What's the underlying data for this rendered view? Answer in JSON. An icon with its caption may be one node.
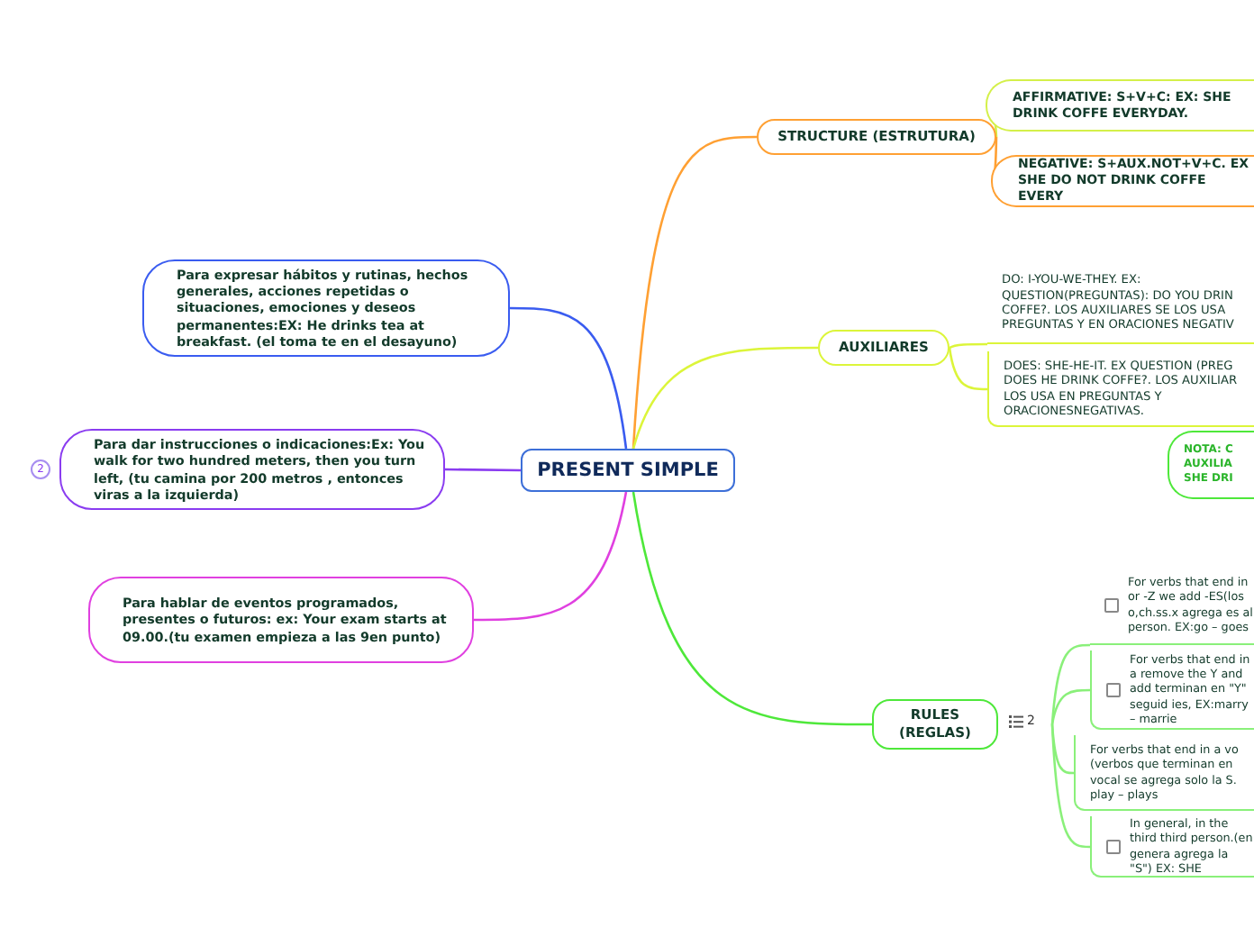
{
  "diagram": {
    "nodes": [
      {
        "text": [
          "PRESENT SIMPLE"
        ]
      },
      {
        "text": [
          "STRUCTURE (ESTRUTURA)"
        ]
      },
      {
        "text": [
          "AFFIRMATIVE: S+V+C: EX: SHE DRINK COFFE EVERYDAY."
        ]
      },
      {
        "text": [
          "NEGATIVE: S+AUX.NOT+V+C. EX SHE DO NOT DRINK COFFE EVERY"
        ]
      },
      {
        "text": [
          "AUXILIARES"
        ]
      },
      {
        "text": [
          "DO: I-YOU-WE-THEY. EX: QUESTION(PREGUNTAS): DO YOU DRIN COFFE?. LOS AUXILIARES SE LOS USA PREGUNTAS Y EN ORACIONES NEGATIV"
        ]
      },
      {
        "text": [
          "DOES: SHE-HE-IT. EX QUESTION (PREG DOES HE DRINK COFFE?. LOS AUXILIAR LOS USA EN PREGUNTAS Y ORACIONESNEGATIVAS."
        ]
      },
      {
        "text": [
          "NOTA: C AUXILIA SHE DRI"
        ]
      },
      {
        "text": [
          "RULES (REGLAS)"
        ],
        "beside": [
          "2"
        ]
      },
      {
        "text": [
          "For verbs that end in or -Z we add -ES(los o,ch.ss.x agrega es al person.  EX:go – goes"
        ]
      },
      {
        "text": [
          "For verbs that end in a remove the Y and add terminan en \"Y\" seguid ies, EX:marry – marrie"
        ]
      },
      {
        "text": [
          "For verbs that end in a vo (verbos que terminan en vocal se agrega solo la S. play – plays"
        ]
      },
      {
        "text": [
          "In general, in the third third person.(en genera agrega la \"S\") EX: SHE"
        ]
      },
      {
        "text": [
          "Para expresar hábitos y rutinas, hechos generales, acciones repetidas o situaciones, emociones y deseos permanentes:EX:  He drinks tea at breakfast. (el toma te en el desayuno)"
        ]
      },
      {
        "text": [
          "Para dar instrucciones o indicaciones:Ex: You walk for two hundred meters, then you turn left, (tu camina por 200 metros , entonces viras a la izquierda)"
        ],
        "beside": [
          "2"
        ]
      },
      {
        "text": [
          "Para hablar de eventos programados, presentes o futuros: ex: Your exam starts at 09.00.(tu examen empieza a las 9en punto)"
        ]
      }
    ],
    "edges": [
      {
        "from": 0,
        "to": 1,
        "arrow": "none",
        "color": "#ffa033"
      },
      {
        "from": 1,
        "to": 2,
        "arrow": "none",
        "color": "#d4f04a"
      },
      {
        "from": 1,
        "to": 3,
        "arrow": "none",
        "color": "#ffa033"
      },
      {
        "from": 0,
        "to": 4,
        "arrow": "none",
        "color": "#dcf53a"
      },
      {
        "from": 4,
        "to": 5,
        "arrow": "none",
        "color": "#dcf53a"
      },
      {
        "from": 4,
        "to": 6,
        "arrow": "none",
        "color": "#dcf53a"
      },
      {
        "from": 0,
        "to": 8,
        "arrow": "none",
        "color": "#4ee83a"
      },
      {
        "from": 8,
        "to": 9,
        "arrow": "none",
        "color": "#8af07a"
      },
      {
        "from": 8,
        "to": 10,
        "arrow": "none",
        "color": "#8af07a"
      },
      {
        "from": 8,
        "to": 11,
        "arrow": "none",
        "color": "#8af07a"
      },
      {
        "from": 8,
        "to": 12,
        "arrow": "none",
        "color": "#8af07a"
      },
      {
        "from": 0,
        "to": 13,
        "arrow": "none",
        "color": "#3a5cf0"
      },
      {
        "from": 0,
        "to": 14,
        "arrow": "none",
        "color": "#8a3cf0"
      },
      {
        "from": 0,
        "to": 15,
        "arrow": "none",
        "color": "#e040e0"
      }
    ]
  }
}
